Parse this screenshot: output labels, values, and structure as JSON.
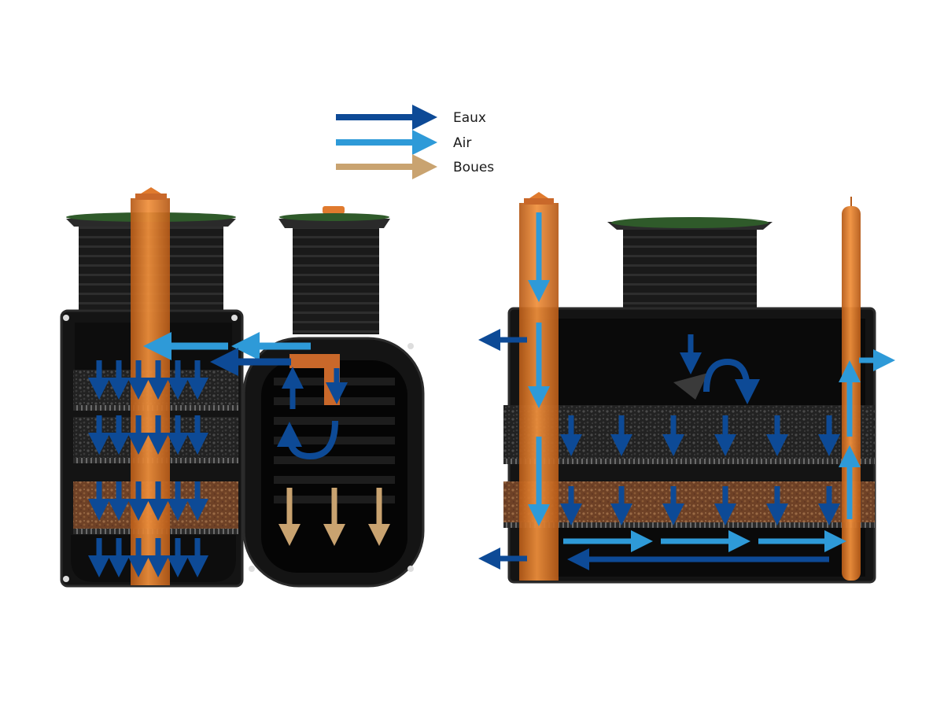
{
  "legend": [
    {
      "label": "Eaux",
      "color": "#0d4a96"
    },
    {
      "label": "Air",
      "color": "#2e9ad8"
    },
    {
      "label": "Boues",
      "color": "#c9a370"
    }
  ],
  "colors": {
    "tank_body": "#141414",
    "tank_outline": "#2b2b2b",
    "riser": "#1c1c1c",
    "lid_green": "#2f5a2a",
    "pipe_orange": "#e07a2e",
    "pipe_orange_dark": "#b55a18",
    "filter_media_dark": "#2a2a2a",
    "filter_media_brown": "#7a4a2a",
    "grate": "#5a5a5a"
  },
  "icons": {
    "vent_cap": "vent-cap-icon"
  }
}
